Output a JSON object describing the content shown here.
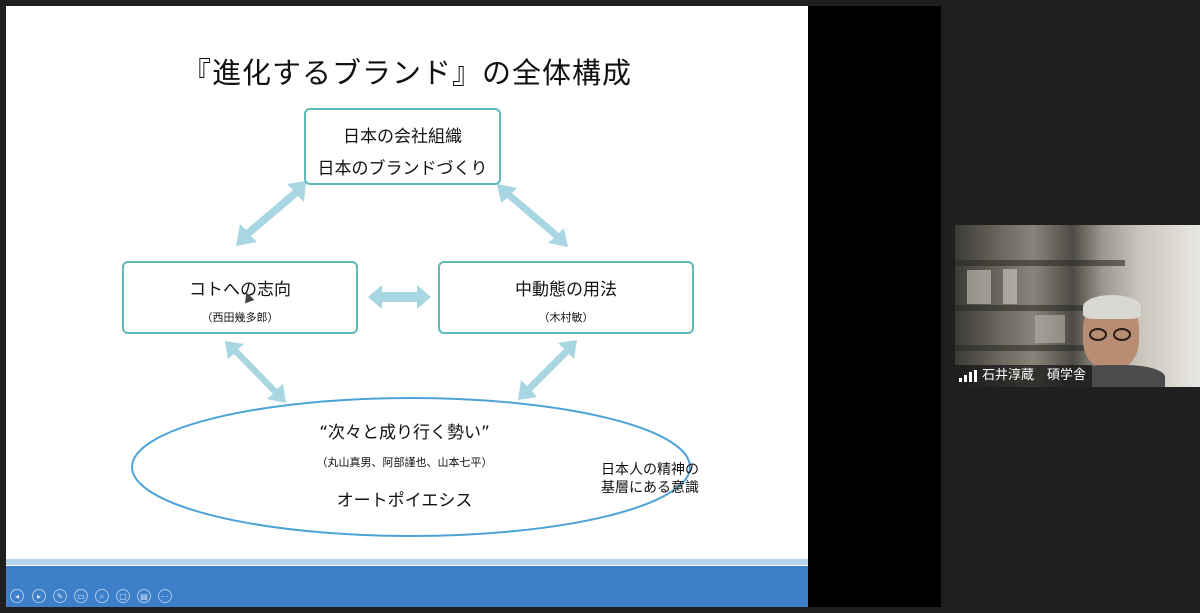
{
  "slide": {
    "title": "『進化するブランド』の全体構成",
    "top_box": {
      "line1": "日本の会社組織",
      "line2": "日本のブランドづくり"
    },
    "left_box": {
      "main": "コトへの志向",
      "sub": "（西田幾多郎）"
    },
    "right_box": {
      "main": "中動態の用法",
      "sub": "（木村敏）"
    },
    "ellipse": {
      "quote": "“次々と成り行く勢い”",
      "authors": "（丸山真男、阿部謹也、山本七平）",
      "term": "オートポイエシス"
    },
    "annotation": {
      "line1": "日本人の精神の",
      "line2": "基層にある意識"
    },
    "colors": {
      "box_border": "#5fb9b9",
      "arrow": "#a8d6e2",
      "ellipse": "#4da3d8",
      "footer": "#3d7fc8"
    }
  },
  "toolbar": {
    "icons": [
      "prev-icon",
      "next-icon",
      "pen-icon",
      "pages-icon",
      "zoom-icon",
      "subtitle-icon",
      "screen-icon",
      "more-icon"
    ]
  },
  "participant": {
    "name": "石井淳蔵　碩学舎",
    "signal_icon": "signal-bars-icon"
  }
}
